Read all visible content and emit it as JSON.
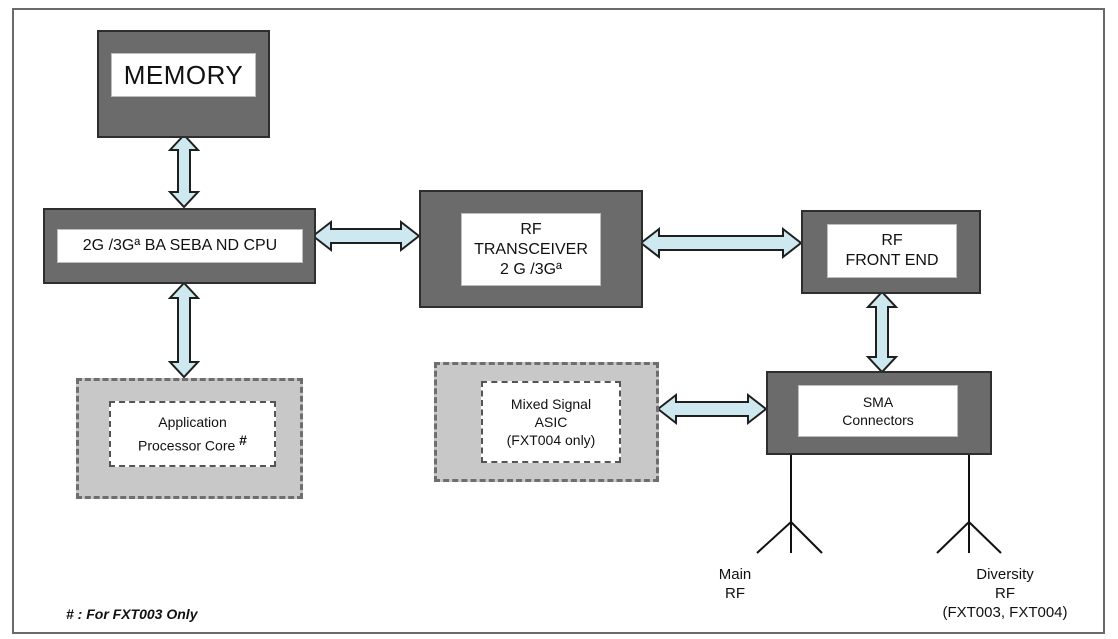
{
  "colors": {
    "block_fill": "#6b6b6b",
    "block_border": "#2e2e2e",
    "optional_fill": "#c8c8c8",
    "arrow_fill": "#cde8ef",
    "arrow_stroke": "#1f1f1f"
  },
  "blocks": {
    "memory": "MEMORY",
    "baseband": "2G /3Gª BA SEBA ND CPU",
    "transceiver": [
      "RF",
      "TRANSCEIVER",
      "2 G /3Gª"
    ],
    "frontend": [
      "RF",
      "FRONT END"
    ],
    "app_processor": [
      "Application",
      "Processor Core"
    ],
    "app_processor_mark": "#",
    "mixed_signal": [
      "Mixed Signal",
      "ASIC",
      "(FXT004 only)"
    ],
    "sma": [
      "SMA",
      "Connectors"
    ]
  },
  "antennas": {
    "main": [
      "Main",
      "RF"
    ],
    "diversity": [
      "Diversity",
      "RF",
      "(FXT003, FXT004)"
    ]
  },
  "footnote": "# : For FXT003 Only"
}
